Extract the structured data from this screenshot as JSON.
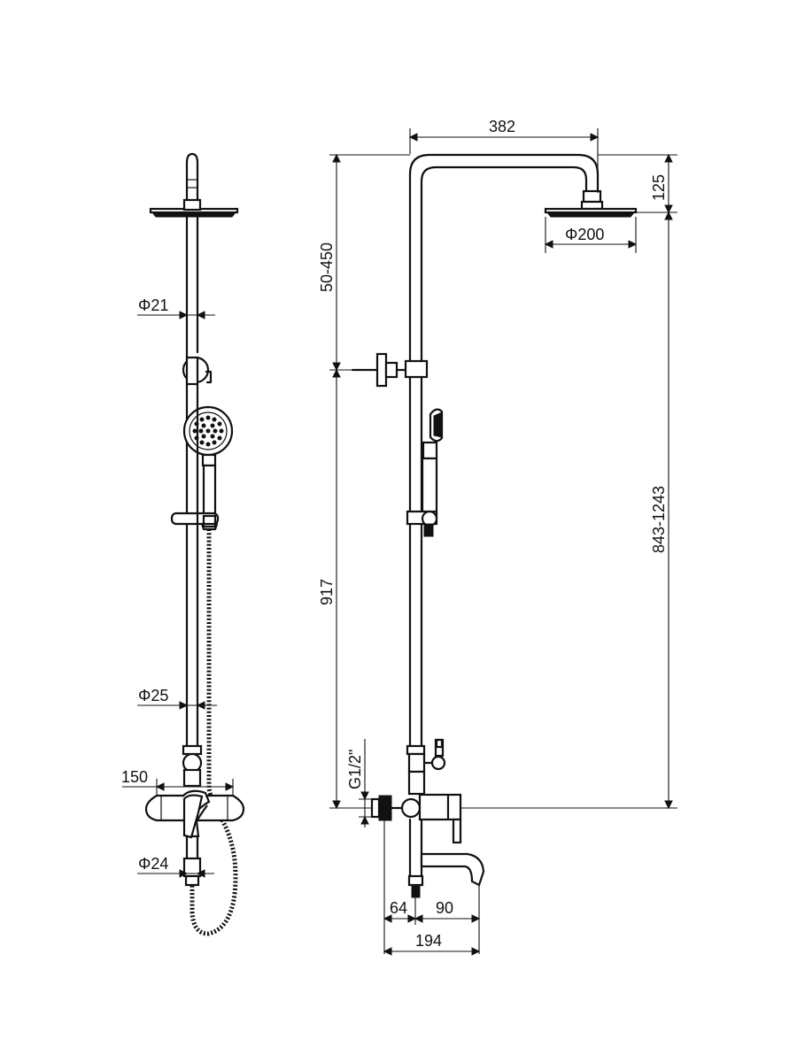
{
  "diagram": {
    "title": "Shower system dimension drawing",
    "views": [
      "front-view",
      "side-view"
    ],
    "units": "mm"
  },
  "front_view": {
    "dimensions": {
      "pipe_upper_diameter": "Φ21",
      "pipe_lower_diameter": "Φ25",
      "inlet_spacing": "150",
      "spout_pipe_diameter": "Φ24"
    }
  },
  "side_view": {
    "dimensions": {
      "overhead_arm_reach": "382",
      "head_drop": "125",
      "shower_head_diameter": "Φ200",
      "upper_adjust_range": "50-450",
      "bracket_height": "917",
      "total_height_range": "843-1243",
      "inlet_thread": "G1/2\"",
      "wall_to_pipe": "64",
      "pipe_to_spout": "90",
      "total_depth": "194"
    }
  }
}
